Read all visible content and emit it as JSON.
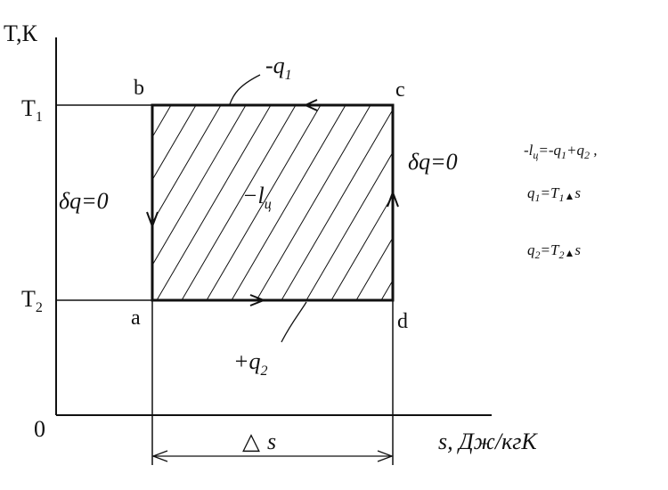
{
  "axes": {
    "y_label": "T,К",
    "x_label": "s, Дж/кгК",
    "origin": "0",
    "t1_main": "T",
    "t1_sub": "1",
    "t2_main": "T",
    "t2_sub": "2"
  },
  "points": {
    "a": "a",
    "b": "b",
    "c": "c",
    "d": "d"
  },
  "process_labels": {
    "top_heat": "-q",
    "top_heat_sub": "1",
    "bottom_heat": "+q",
    "bottom_heat_sub": "2",
    "left_adiabat": "δq=0",
    "right_adiabat": "δq=0",
    "work_main": "−l",
    "work_sub": "ц"
  },
  "delta_s": {
    "triangle": "△",
    "symbol": "s"
  },
  "formulas": {
    "f1": {
      "a": "-l",
      "a_sub": "ц",
      "b": "=-q",
      "b_sub": "1",
      "c": "+q",
      "c_sub": "2",
      "d": " ,"
    },
    "f2": {
      "a": "q",
      "a_sub": "1",
      "b": "=T",
      "b_sub": "1",
      "c": "▲",
      "d": "s"
    },
    "f3": {
      "a": "q",
      "a_sub": "2",
      "b": "=T",
      "b_sub": "2",
      "c": "▲",
      "d": "s"
    }
  }
}
